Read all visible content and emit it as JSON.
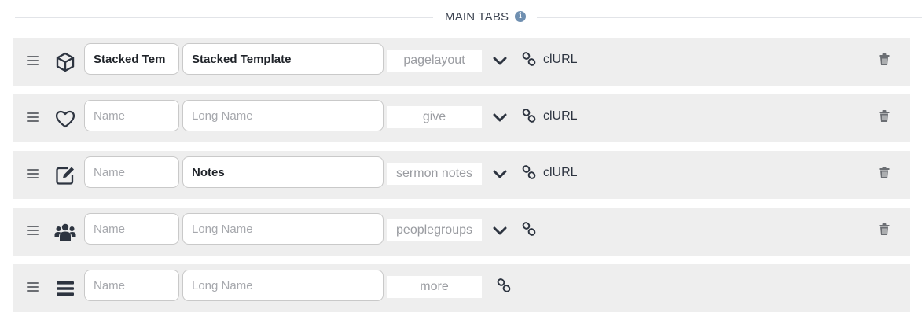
{
  "header": {
    "title": "MAIN TABS",
    "info_icon": "info-circle-icon"
  },
  "rows": [
    {
      "icon": "cube-icon",
      "name_value": "Stacked Tem",
      "name_placeholder": "Name",
      "long_value": "Stacked Template",
      "long_placeholder": "Long Name",
      "type": "pagelayout",
      "has_chevron": true,
      "url_label": "clURL",
      "has_delete": true
    },
    {
      "icon": "heart-icon",
      "name_value": "",
      "name_placeholder": "Name",
      "long_value": "",
      "long_placeholder": "Long Name",
      "type": "give",
      "has_chevron": true,
      "url_label": "clURL",
      "has_delete": true
    },
    {
      "icon": "edit-note-icon",
      "name_value": "",
      "name_placeholder": "Name",
      "long_value": "Notes",
      "long_placeholder": "Long Name",
      "type": "sermon notes",
      "has_chevron": true,
      "url_label": "clURL",
      "has_delete": true
    },
    {
      "icon": "people-group-icon",
      "name_value": "",
      "name_placeholder": "Name",
      "long_value": "",
      "long_placeholder": "Long Name",
      "type": "peoplegroups",
      "has_chevron": true,
      "url_label": "",
      "has_delete": true
    },
    {
      "icon": "bars-menu-icon",
      "name_value": "",
      "name_placeholder": "Name",
      "long_value": "",
      "long_placeholder": "Long Name",
      "type": "more",
      "has_chevron": false,
      "url_label": "",
      "has_delete": false
    }
  ]
}
